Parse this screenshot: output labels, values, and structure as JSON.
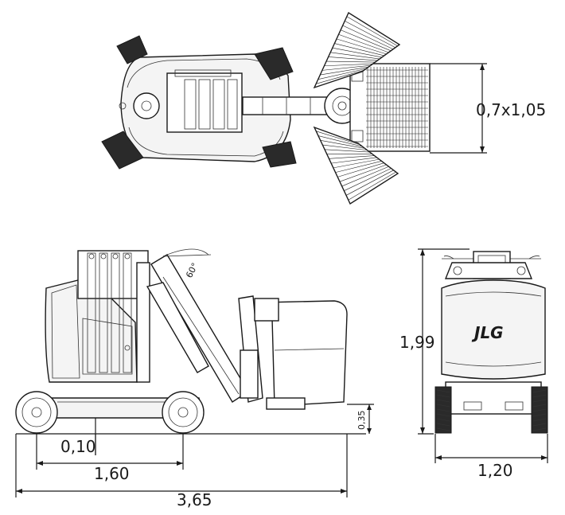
{
  "brand": {
    "logo_text": "JLG"
  },
  "dimensions": {
    "platform_size": "0,7x1,05",
    "overall_height": "1,99",
    "overall_width": "1,20",
    "ground_clearance": "0,10",
    "wheelbase": "1,60",
    "overall_length": "3,65",
    "platform_floor_height": "0,35",
    "jib_angle": "60°"
  }
}
